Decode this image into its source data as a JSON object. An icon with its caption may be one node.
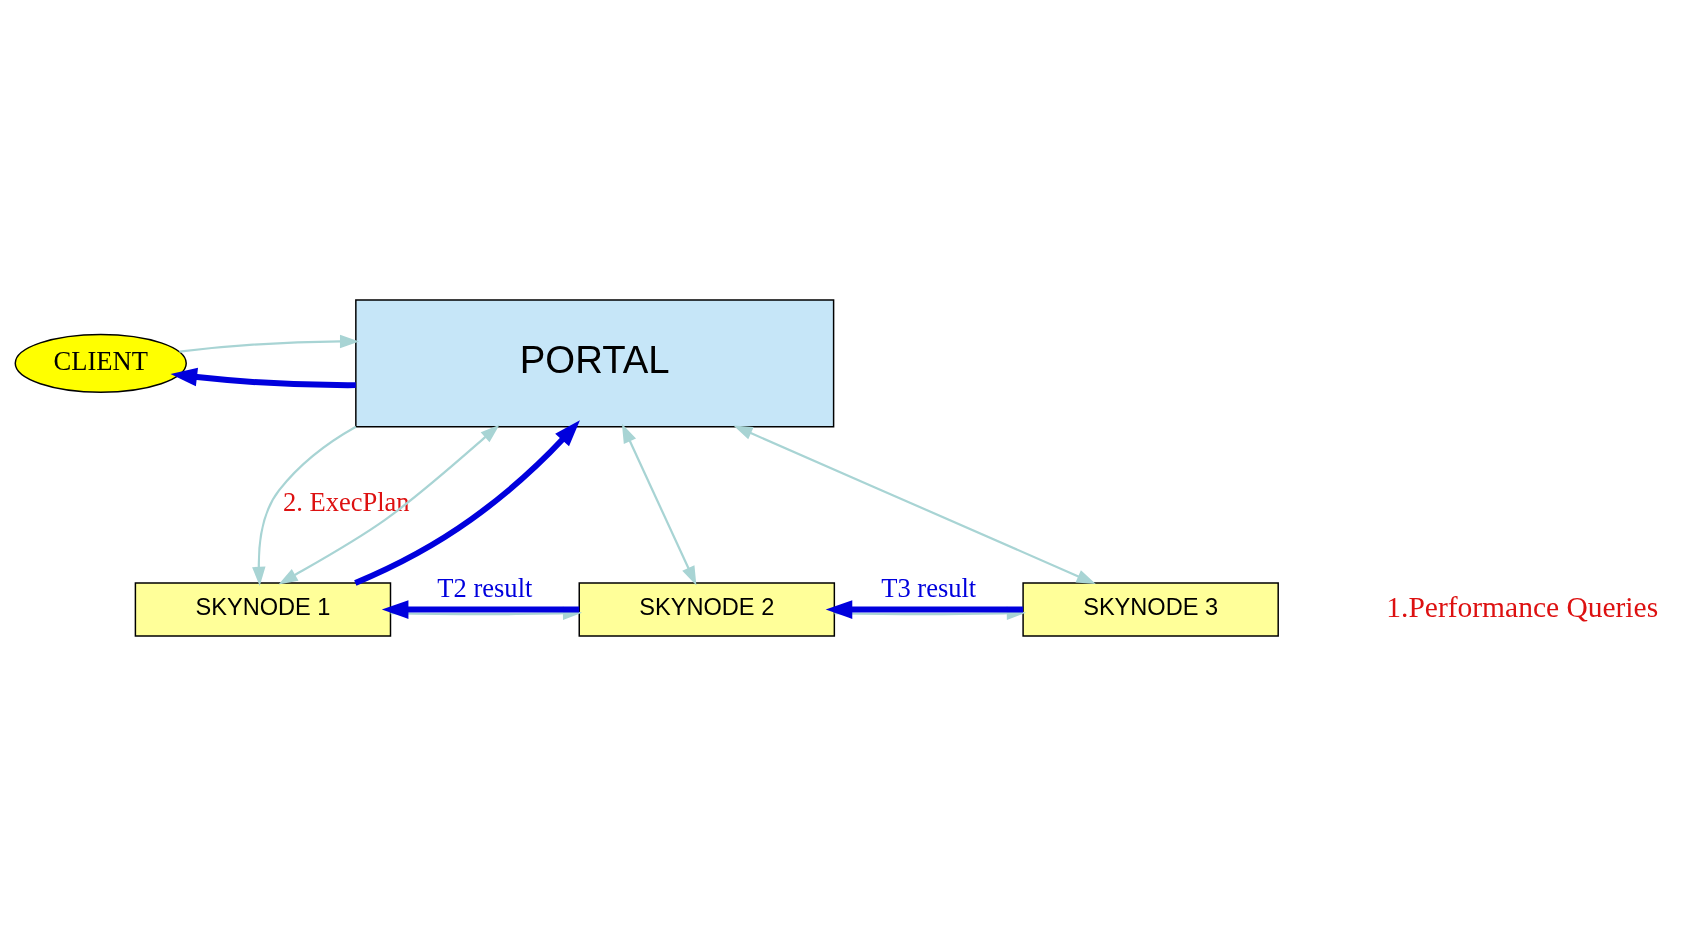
{
  "diagram": {
    "nodes": [
      {
        "text": [
          "CLIENT"
        ]
      },
      {
        "text": [
          "PORTAL"
        ]
      },
      {
        "text": [
          "SKYNODE 1"
        ]
      },
      {
        "text": [
          "SKYNODE 2"
        ]
      },
      {
        "text": [
          "SKYNODE 3"
        ]
      }
    ],
    "edges": [
      {
        "from": 1,
        "to": 0,
        "arrow": "to",
        "color": "#0000dd",
        "style": "thick"
      },
      {
        "from": 0,
        "to": 1,
        "arrow": "to"
      },
      {
        "from": 1,
        "to": 2,
        "arrow": "to",
        "label": "2. ExecPlan"
      },
      {
        "from": 2,
        "to": 1,
        "arrow": "to",
        "color": "#0000dd",
        "style": "thick"
      },
      {
        "from": 1,
        "to": 2,
        "arrow": "both"
      },
      {
        "from": 1,
        "to": 3,
        "arrow": "both"
      },
      {
        "from": 1,
        "to": 4,
        "arrow": "both"
      },
      {
        "from": 2,
        "to": 3,
        "arrow": "to"
      },
      {
        "from": 3,
        "to": 4,
        "arrow": "to"
      },
      {
        "from": 3,
        "to": 2,
        "arrow": "to",
        "label": "T2 result",
        "color": "#0000dd",
        "style": "thick"
      },
      {
        "from": 4,
        "to": 3,
        "arrow": "to",
        "label": "T3 result",
        "color": "#0000dd",
        "style": "thick"
      }
    ],
    "labels": [
      "1.Performance Queries"
    ]
  }
}
